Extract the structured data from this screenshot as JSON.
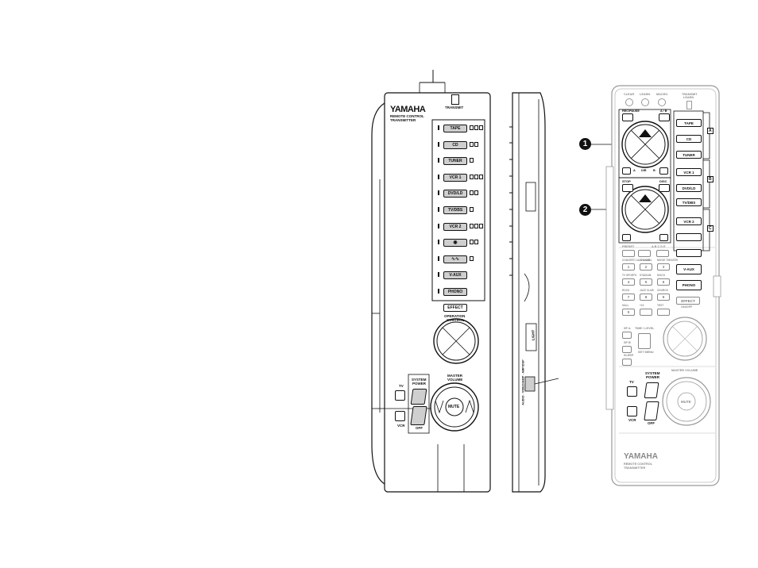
{
  "front": {
    "brand": "YAMAHA",
    "subtitle_line1": "REMOTE CONTROL",
    "subtitle_line2": "TRANSMITTER",
    "transmit_label": "TRANSMIT",
    "inputs": [
      {
        "label": "TAPE",
        "indicators": 3
      },
      {
        "label": "CD",
        "indicators": 2
      },
      {
        "label": "TUNER",
        "indicators": 1
      },
      {
        "label": "VCR 1",
        "indicators": 3
      },
      {
        "label": "DVD/LD",
        "indicators": 2
      },
      {
        "label": "TV/DBS",
        "indicators": 1
      },
      {
        "label": "VCR 2",
        "indicators": 3
      },
      {
        "label": "",
        "icon": "eye-icon",
        "indicators": 2
      },
      {
        "label": "",
        "icon": "wave-icon",
        "indicators": 1
      },
      {
        "label": "V-AUX",
        "indicators": 0
      },
      {
        "label": "PHONO",
        "indicators": 0
      }
    ],
    "effect_label": "EFFECT",
    "operation_control_line1": "OPERATION",
    "operation_control_line2": "CONTROL",
    "master_volume_line1": "MASTER",
    "master_volume_line2": "VOLUME",
    "mute_label": "MUTE",
    "system_power_line1": "SYSTEM",
    "system_power_line2": "POWER",
    "tv_label": "TV",
    "vcr_label": "VCR",
    "off_label": "OFF"
  },
  "side": {
    "light_label": "LIGHT",
    "switch_label": "AUDIO · VIDEO/AMP · AMP/DSP"
  },
  "back": {
    "top_labels": [
      "CLEAR",
      "LEARN",
      "MACRO",
      "TRANSMIT",
      "LEARN"
    ],
    "rec_pause": "REC/PAUSE",
    "ab_label": "A / B",
    "a_label": "A",
    "dir_label": "DIR",
    "b_label": "B",
    "stop_label": "STOP",
    "disc_label": "DISC",
    "preset_label": "PRESET",
    "channel_letters": "A B C D E",
    "right_column": [
      {
        "label": "TAPE",
        "group": "A"
      },
      {
        "label": "CD",
        "group": "A"
      },
      {
        "label": "TUNER",
        "group": "A"
      },
      {
        "label": "VCR 1",
        "group": "B"
      },
      {
        "label": "DVD/LD",
        "group": "B"
      },
      {
        "label": "TV/DBS",
        "group": "B"
      },
      {
        "label": "VCR 2",
        "group": "C"
      },
      {
        "label": "",
        "group": "C"
      },
      {
        "label": "",
        "group": "C"
      },
      {
        "label": "V-AUX",
        "group": ""
      },
      {
        "label": "PHONO",
        "group": ""
      }
    ],
    "group_letters": [
      "A",
      "B",
      "C"
    ],
    "keypad": [
      {
        "top": "CONCERT/\nJAZZ CLUB",
        "key": "1"
      },
      {
        "top": "CHANNEL",
        "key": "2"
      },
      {
        "top": "MOVIE\nTHEATER",
        "key": "3"
      },
      {
        "top": "TV SPORTS",
        "key": "4"
      },
      {
        "top": "STADIUM",
        "key": "5"
      },
      {
        "top": "DISCO",
        "key": "6"
      },
      {
        "top": "ROCK",
        "key": "7"
      },
      {
        "top": "JAZZ CLUB",
        "key": "8"
      },
      {
        "top": "CHURCH",
        "key": "9"
      },
      {
        "top": "HALL",
        "key": "0"
      },
      {
        "top": "+10",
        "key": ""
      },
      {
        "top": "TEST",
        "key": ""
      }
    ],
    "effect_label": "EFFECT",
    "on_off_label": "ON/OFF",
    "sp_a": "SP A",
    "sp_b": "SP B",
    "time_level": "TIME / LEVEL",
    "set_menu": "SET MENU",
    "sleep": "SLEEP",
    "master_volume": "MASTER VOLUME",
    "mute_label": "MUTE",
    "system_power_line1": "SYSTEM",
    "system_power_line2": "POWER",
    "tv_label": "TV",
    "vcr_label": "VCR",
    "off_label": "OFF",
    "brand": "YAMAHA",
    "subtitle_line1": "REMOTE CONTROL",
    "subtitle_line2": "TRANSMITTER"
  },
  "callouts": [
    {
      "number": "1"
    },
    {
      "number": "2"
    }
  ]
}
